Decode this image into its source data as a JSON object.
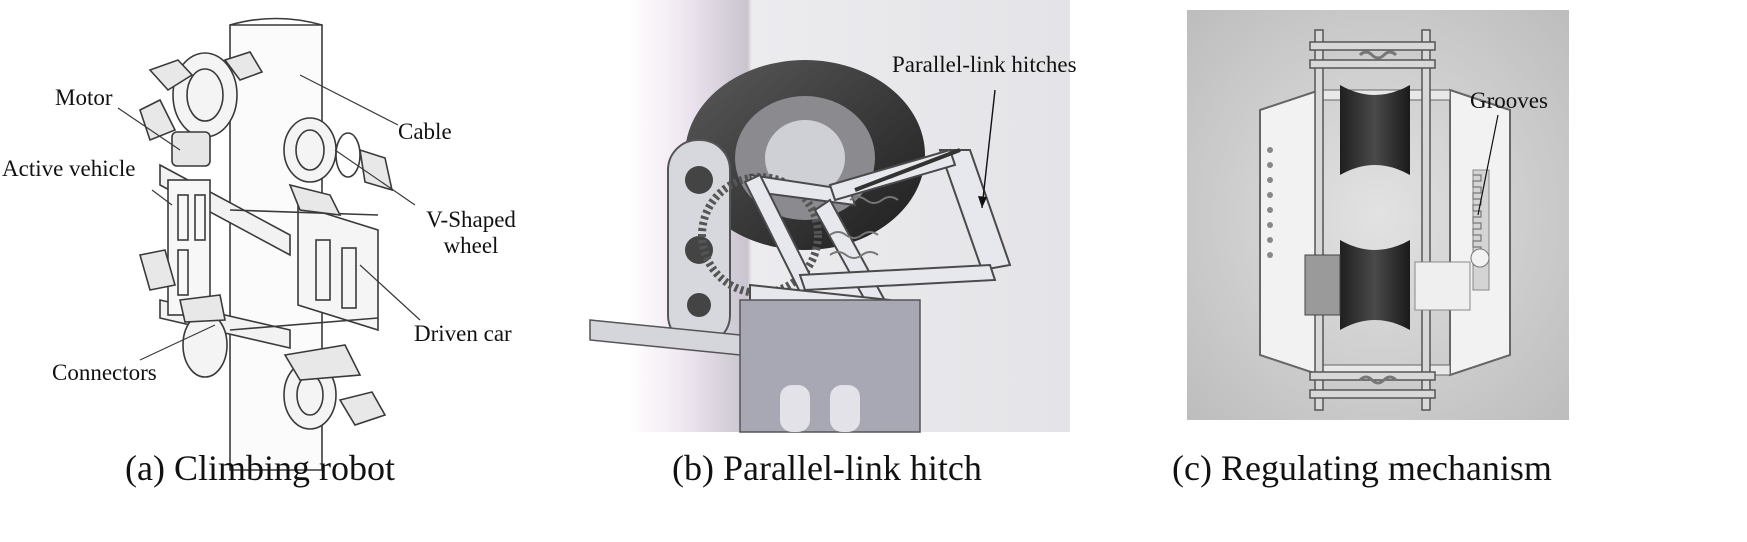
{
  "panels": [
    {
      "caption": "(a) Climbing robot",
      "labels": {
        "motor": "Motor",
        "active_vehicle": "Active vehicle",
        "cable": "Cable",
        "v_shaped_wheel_line1": "V-Shaped",
        "v_shaped_wheel_line2": "wheel",
        "driven_car": "Driven car",
        "connectors": "Connectors"
      }
    },
    {
      "caption": "(b) Parallel-link hitch",
      "labels": {
        "parallel_link_hitches": "Parallel-link hitches"
      }
    },
    {
      "caption": "(c) Regulating mechanism",
      "labels": {
        "grooves": "Grooves"
      }
    }
  ],
  "colors": {
    "line_art": "#3a3a3a",
    "cad_background": "#e6e5e8",
    "wheel_dark": "#2b2b2b",
    "metal_light": "#dcdde2",
    "photo_background": "#c9c9c9"
  }
}
